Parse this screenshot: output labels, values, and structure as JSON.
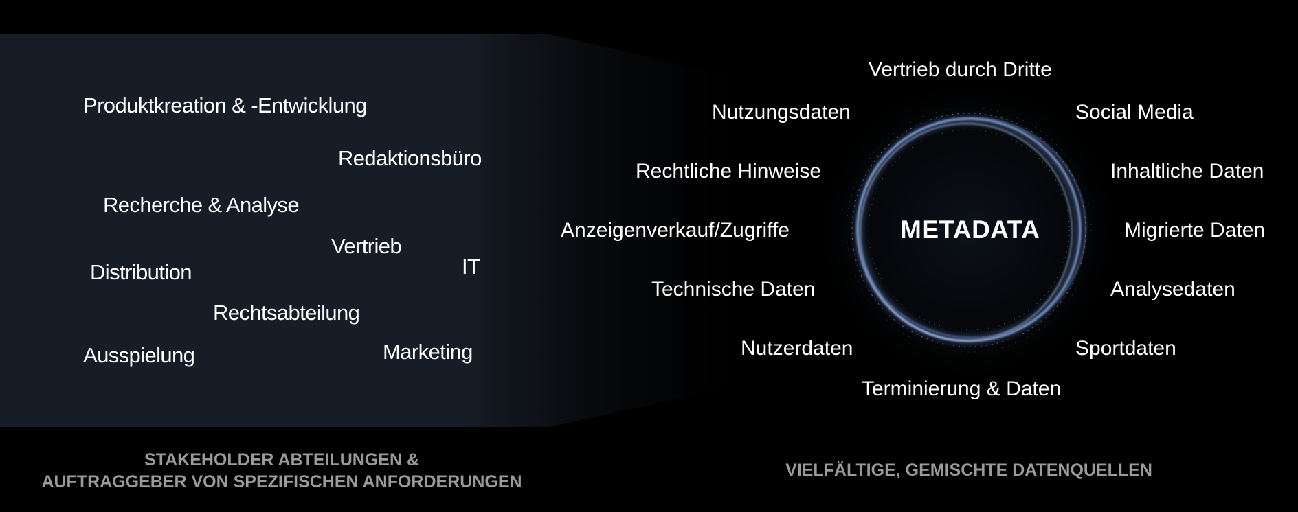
{
  "departments": [
    "Produktkreation & -Entwicklung",
    "Redaktionsbüro",
    "Recherche & Analyse",
    "Vertrieb",
    "IT",
    "Distribution",
    "Rechtsabteilung",
    "Ausspielung",
    "Marketing"
  ],
  "center_label": "METADATA",
  "data_sources": [
    "Vertrieb durch Dritte",
    "Nutzungsdaten",
    "Social Media",
    "Rechtliche Hinweise",
    "Inhaltliche Daten",
    "Anzeigenverkauf/Zugriffe",
    "Migrierte Daten",
    "Technische Daten",
    "Analysedaten",
    "Nutzerdaten",
    "Sportdaten",
    "Terminierung & Daten"
  ],
  "captions": {
    "left_line1": "STAKEHOLDER ABTEILUNGEN &",
    "left_line2": "AUFTRAGGEBER VON SPEZIFISCHEN ANFORDERUNGEN",
    "right": "VIELFÄLTIGE, GEMISCHTE DATENQUELLEN"
  },
  "colors": {
    "background": "#000000",
    "panel": "#171d26",
    "ring": "#7d9fd9",
    "text": "#ffffff",
    "caption": "#9a9a9a"
  }
}
